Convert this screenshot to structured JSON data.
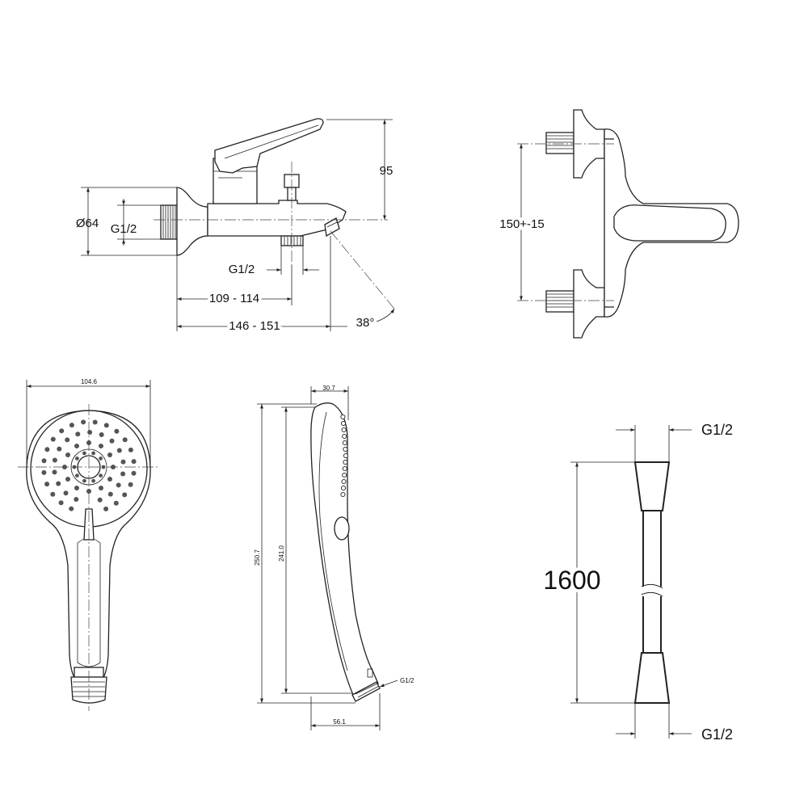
{
  "views": {
    "mixer_side": {
      "diameter_label": "Ø64",
      "inlet_thread_label": "G1/2",
      "outlet_thread_label": "G1/2",
      "height_label": "95",
      "spout_short_label": "109 - 114",
      "spout_long_label": "146 - 151",
      "angle_label": "38°"
    },
    "mixer_front": {
      "spacing_label": "150+-15"
    },
    "hand_shower_front": {
      "width_label": "104.6"
    },
    "hand_shower_side": {
      "top_width_label": "30.7",
      "total_length_label": "250.7",
      "inner_length_label": "241.0",
      "bottom_width_label": "56.1",
      "thread_label": "G1/2"
    },
    "hose": {
      "top_thread_label": "G1/2",
      "length_label": "1600",
      "bottom_thread_label": "G1/2"
    }
  }
}
